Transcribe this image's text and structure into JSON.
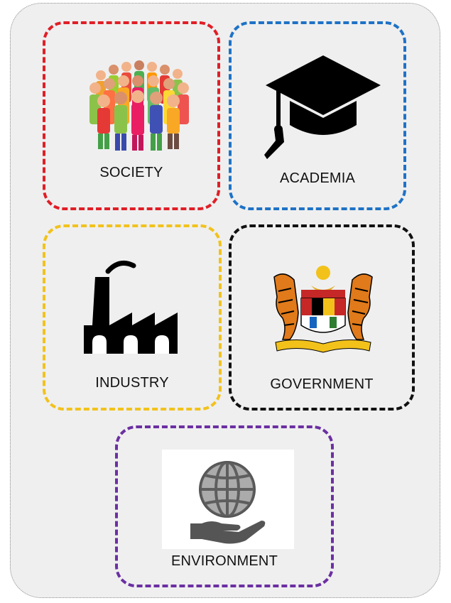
{
  "boxes": {
    "society": {
      "label": "SOCIETY",
      "color": "#e01e26",
      "icon": "crowd-icon"
    },
    "academia": {
      "label": "ACADEMIA",
      "color": "#1e72c6",
      "icon": "graduation-cap-icon"
    },
    "industry": {
      "label": "INDUSTRY",
      "color": "#f2c21b",
      "icon": "factory-icon"
    },
    "government": {
      "label": "GOVERNMENT",
      "color": "#111111",
      "icon": "coat-of-arms-icon"
    },
    "environment": {
      "label": "ENVIRONMENT",
      "color": "#6b2fa2",
      "icon": "globe-in-hand-icon"
    }
  }
}
